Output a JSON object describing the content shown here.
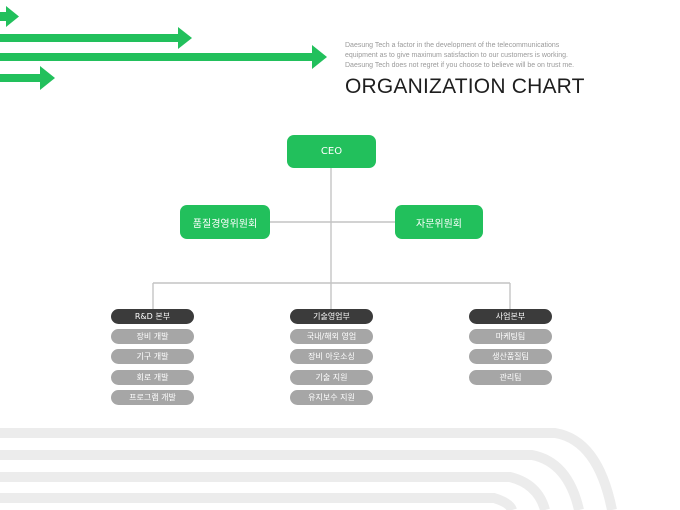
{
  "colors": {
    "accent": "#22c05c",
    "line": "#c4c4c4",
    "dark_pill": "#3b3b3b",
    "grey_pill": "#a6a6a6",
    "stripe": "#ececec"
  },
  "intro_lines": [
    "Daesung Tech a factor in the development of the telecommunications",
    "equipment as to give maximum satisfaction to our customers is working.",
    "Daesung Tech does not regret if you choose to believe will be on trust me."
  ],
  "title": "ORGANIZATION CHART",
  "org": {
    "ceo": "CEO",
    "left_committee": "품질경영위원회",
    "right_committee": "자문위원회",
    "divisions": [
      {
        "head": "R&D 본부",
        "teams": [
          "장비 개발",
          "기구 개발",
          "회로 개발",
          "프로그램 개발"
        ]
      },
      {
        "head": "기술영업부",
        "teams": [
          "국내/해외 영업",
          "장비 아웃소싱",
          "기술 지원",
          "유지보수 지원"
        ]
      },
      {
        "head": "사업본부",
        "teams": [
          "마케팅팀",
          "생산품질팀",
          "관리팀"
        ]
      }
    ]
  }
}
